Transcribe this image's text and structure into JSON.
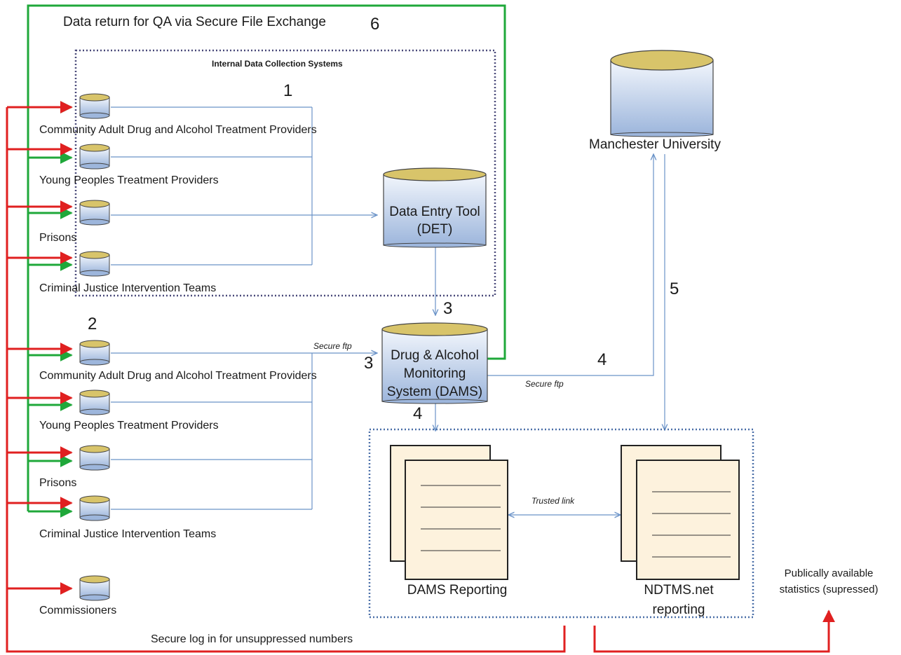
{
  "diagram": {
    "title": "Data return for QA via Secure File Exchange",
    "internal_box_title": "Internal Data Collection Systems",
    "numbers": {
      "n1": "1",
      "n2": "2",
      "n3a": "3",
      "n3b": "3",
      "n4a": "4",
      "n4b": "4",
      "n5": "5",
      "n6": "6"
    },
    "providers_group1": [
      "Community  Adult Drug and Alcohol  Treatment Providers",
      "Young Peoples Treatment Providers",
      "Prisons",
      "Criminal Justice Intervention Teams"
    ],
    "providers_group2": [
      "Community  Adult Drug and Alcohol  Treatment Providers",
      "Young Peoples Treatment Providers",
      "Prisons",
      "Criminal Justice Intervention Teams"
    ],
    "commissioners": "Commissioners",
    "det": {
      "line1": "Data Entry Tool",
      "line2": "(DET)"
    },
    "dams": {
      "line1": "Drug & Alcohol",
      "line2": "Monitoring",
      "line3": "System (DAMS)"
    },
    "manchester": "Manchester  University",
    "secure_ftp_1": "Secure ftp",
    "secure_ftp_2": "Secure ftp",
    "trusted_link": "Trusted link",
    "dams_reporting": "DAMS Reporting",
    "ndtms": {
      "line1": "NDTMS.net",
      "line2": "reporting"
    },
    "public_stats": {
      "line1": "Publically available",
      "line2": "statistics (supressed)"
    },
    "secure_login": "Secure  log in for unsuppressed numbers",
    "colors": {
      "red": "#e02020",
      "green": "#1fa83a",
      "blue": "#6b93c8",
      "gold": "#d8c46a",
      "dotted": "#4a4a7a"
    }
  }
}
